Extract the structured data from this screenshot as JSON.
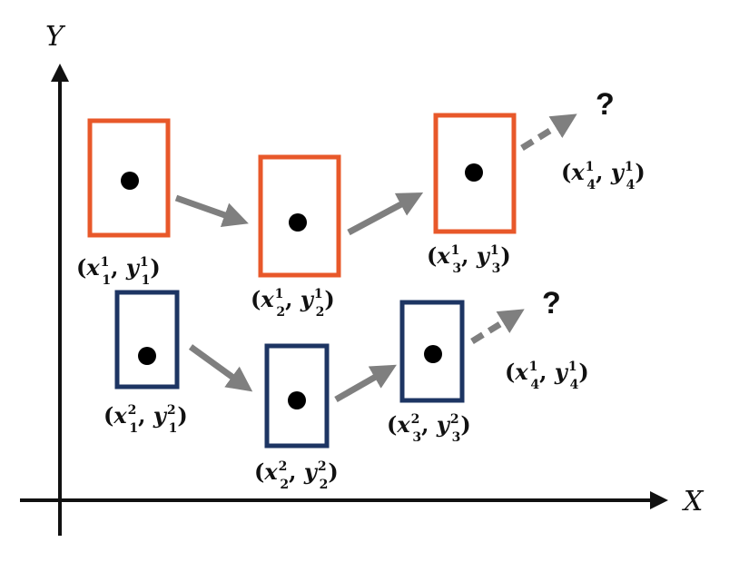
{
  "axes": {
    "x_label": "X",
    "y_label": "Y"
  },
  "colors": {
    "track1_box": "#e8582a",
    "track2_box": "#1d3563",
    "arrow": "#7f7f7f",
    "dot": "#000000"
  },
  "icons": {
    "boy": "walking-boy-icon",
    "girl": "walking-girl-icon"
  },
  "track1": {
    "labels": [
      {
        "x": "x",
        "y": "y",
        "sup": "1",
        "sub": "1"
      },
      {
        "x": "x",
        "y": "y",
        "sup": "1",
        "sub": "2"
      },
      {
        "x": "x",
        "y": "y",
        "sup": "1",
        "sub": "3"
      },
      {
        "x": "x",
        "y": "y",
        "sup": "1",
        "sub": "4"
      }
    ],
    "unknown_mark": "?"
  },
  "track2": {
    "labels": [
      {
        "x": "x",
        "y": "y",
        "sup": "2",
        "sub": "1"
      },
      {
        "x": "x",
        "y": "y",
        "sup": "2",
        "sub": "2"
      },
      {
        "x": "x",
        "y": "y",
        "sup": "2",
        "sub": "3"
      },
      {
        "x": "x",
        "y": "y",
        "sup": "1",
        "sub": "4"
      }
    ],
    "unknown_mark": "?"
  }
}
